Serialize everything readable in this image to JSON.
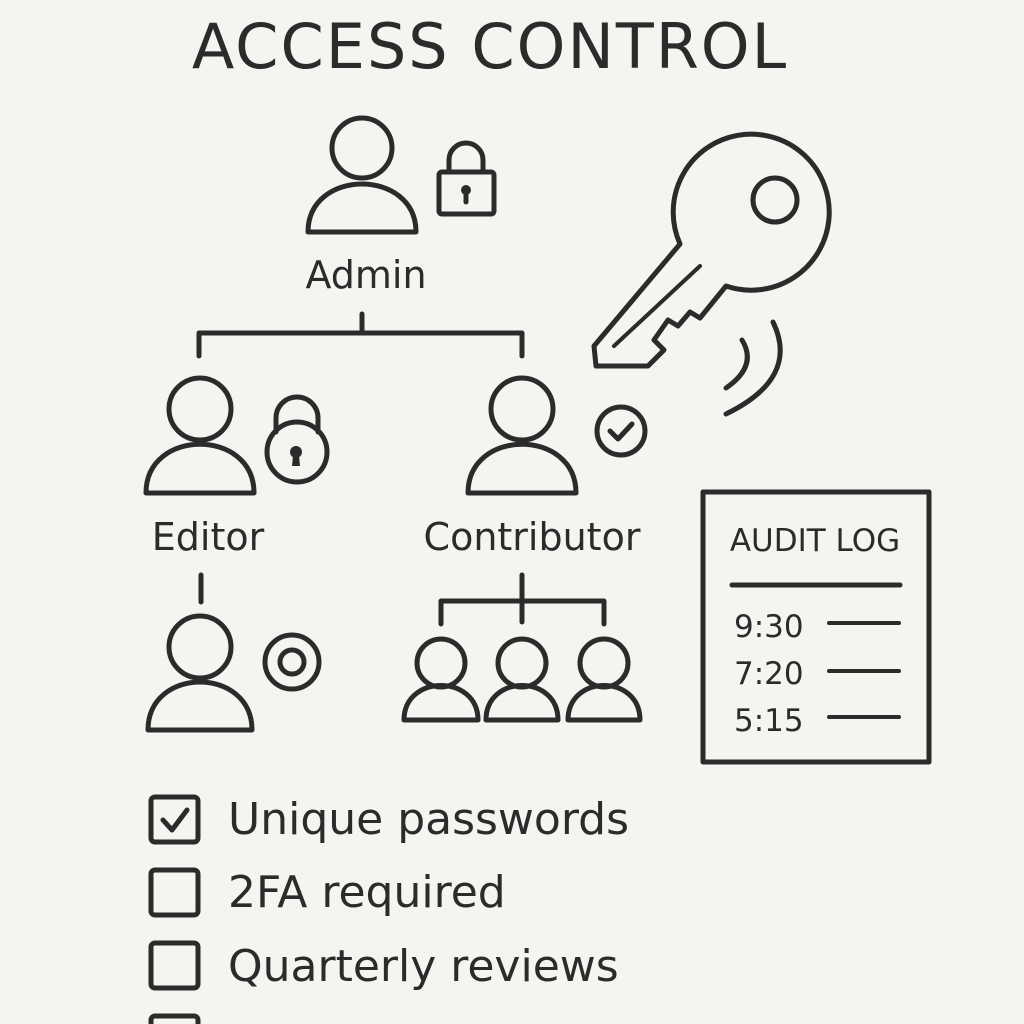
{
  "title": "ACCESS CONTROL",
  "roles": {
    "admin": {
      "label": "Admin",
      "icon": "lock-icon"
    },
    "editor": {
      "label": "Editor",
      "icon": "padlock-icon"
    },
    "contributor": {
      "label": "Contributor",
      "icon": "check-circle-icon"
    },
    "editor_child": {
      "icon": "target-icon"
    },
    "contributor_group": {
      "count": 3
    }
  },
  "decor": {
    "icon": "key-icon",
    "signal": "signal-waves-icon"
  },
  "audit_log": {
    "title": "AUDIT LOG",
    "entries": [
      {
        "time": "9:30"
      },
      {
        "time": "7:20"
      },
      {
        "time": "5:15"
      }
    ]
  },
  "checklist": [
    {
      "label": "Unique passwords",
      "checked": true
    },
    {
      "label": "2FA required",
      "checked": false
    },
    {
      "label": "Quarterly reviews",
      "checked": false
    },
    {
      "label": "",
      "checked": false
    }
  ],
  "colors": {
    "ink": "#2b2b2b",
    "paper": "#f4f4f1"
  }
}
